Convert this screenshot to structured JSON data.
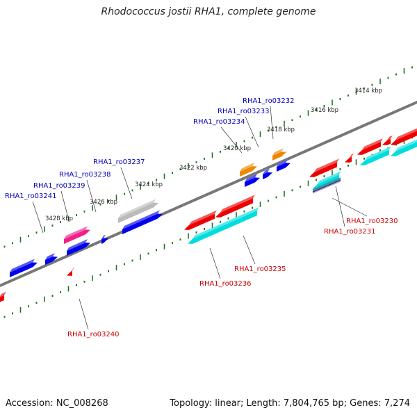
{
  "title": "Rhodococcus jostii RHA1, complete genome",
  "accession": "Accession: NC_008268",
  "summary": "Topology: linear; Length: 7,804,765 bp; Genes: 7,274",
  "kbp_ticks": [
    "3414 kbp",
    "3416 kbp",
    "3418 kbp",
    "3420 kbp",
    "3422 kbp",
    "3424 kbp",
    "3426 kbp",
    "3428 kbp"
  ],
  "forward_genes": [
    "RHA1_ro03232",
    "RHA1_ro03233",
    "RHA1_ro03234",
    "RHA1_ro03237",
    "RHA1_ro03238",
    "RHA1_ro03239",
    "RHA1_ro03241"
  ],
  "reverse_genes": [
    "RHA1_ro03230",
    "RHA1_ro03231",
    "RHA1_ro03235",
    "RHA1_ro03236",
    "RHA1_ro03240"
  ],
  "colors": {
    "forward_label": "#0000bb",
    "reverse_label": "#cc0000",
    "genome_line": "#777777",
    "scale_dots": "#1a7a1a",
    "blue": "#0000ee",
    "red": "#ee0000",
    "cyan": "#00dddd",
    "orange": "#ee8800",
    "magenta": "#ee2288",
    "gray": "#bbbbbb"
  }
}
